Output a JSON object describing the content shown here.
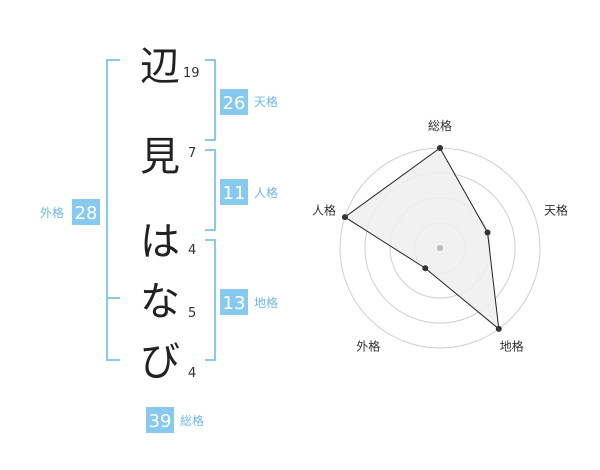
{
  "name": {
    "chars": [
      {
        "char": "辺",
        "strokes": "19"
      },
      {
        "char": "見",
        "strokes": "7"
      },
      {
        "char": "は",
        "strokes": "4"
      },
      {
        "char": "な",
        "strokes": "5"
      },
      {
        "char": "び",
        "strokes": "4"
      }
    ]
  },
  "kakusu": {
    "tenkaku": {
      "value": "26",
      "label": "天格"
    },
    "jinkaku": {
      "value": "11",
      "label": "人格"
    },
    "chikaku": {
      "value": "13",
      "label": "地格"
    },
    "gaikaku": {
      "value": "28",
      "label": "外格"
    },
    "soukaku": {
      "value": "39",
      "label": "総格"
    }
  },
  "colors": {
    "accent": "#88c9f0",
    "label": "#6fb7e6",
    "ring": "#d0d0d0"
  },
  "chart_data": {
    "type": "radar",
    "axes": [
      "総格",
      "天格",
      "地格",
      "外格",
      "人格"
    ],
    "values": [
      4,
      2,
      4,
      1,
      4
    ],
    "rlim": [
      0,
      4
    ],
    "rings": 4
  }
}
